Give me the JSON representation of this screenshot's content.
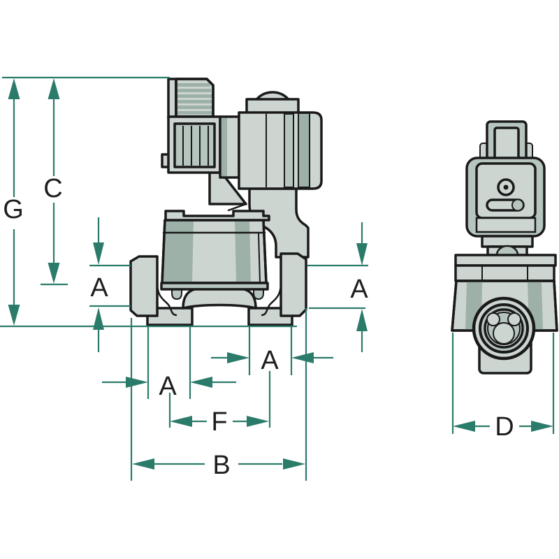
{
  "drawing": {
    "kind": "dimensional-technical-drawing",
    "subject": "solenoid-valve",
    "views": {
      "front": "front-view",
      "side": "side-view"
    }
  },
  "dimensions": {
    "g": {
      "label": "G"
    },
    "c": {
      "label": "C"
    },
    "a_left_vertical": {
      "label": "A"
    },
    "a_right_vertical": {
      "label": "A"
    },
    "a_left_feet": {
      "label": "A"
    },
    "a_right_feet": {
      "label": "A"
    },
    "f": {
      "label": "F"
    },
    "b": {
      "label": "B"
    },
    "d": {
      "label": "D"
    }
  },
  "colors": {
    "background": "#ffffff",
    "dim": "#2b7b6a",
    "txt": "#1e1e1e",
    "outline": "#1a1a1a",
    "body_light": "#cdd5d1",
    "body_mid": "#b7c5bf",
    "body_dark": "#9db1a9"
  }
}
